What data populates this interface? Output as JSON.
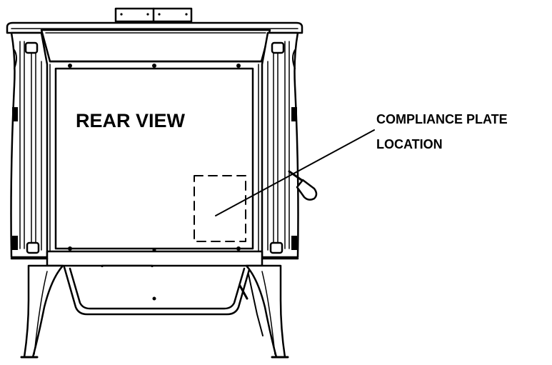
{
  "diagram": {
    "view_label": "REAR VIEW",
    "callout": {
      "line1": "COMPLIANCE PLATE",
      "line2": "LOCATION"
    }
  },
  "colors": {
    "ink": "#000000",
    "background": "#ffffff"
  }
}
